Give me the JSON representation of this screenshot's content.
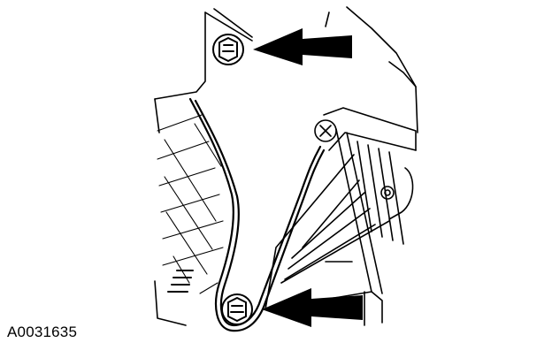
{
  "figure": {
    "reference_code": "A0031635",
    "line_color": "#000000",
    "background_color": "#ffffff"
  },
  "callouts": [
    {
      "name": "upper-bolt-arrow",
      "points_to": "upper-bolt",
      "icon": "arrow-left-icon"
    },
    {
      "name": "lower-bolt-arrow",
      "points_to": "lower-bolt",
      "icon": "arrow-left-icon"
    }
  ]
}
